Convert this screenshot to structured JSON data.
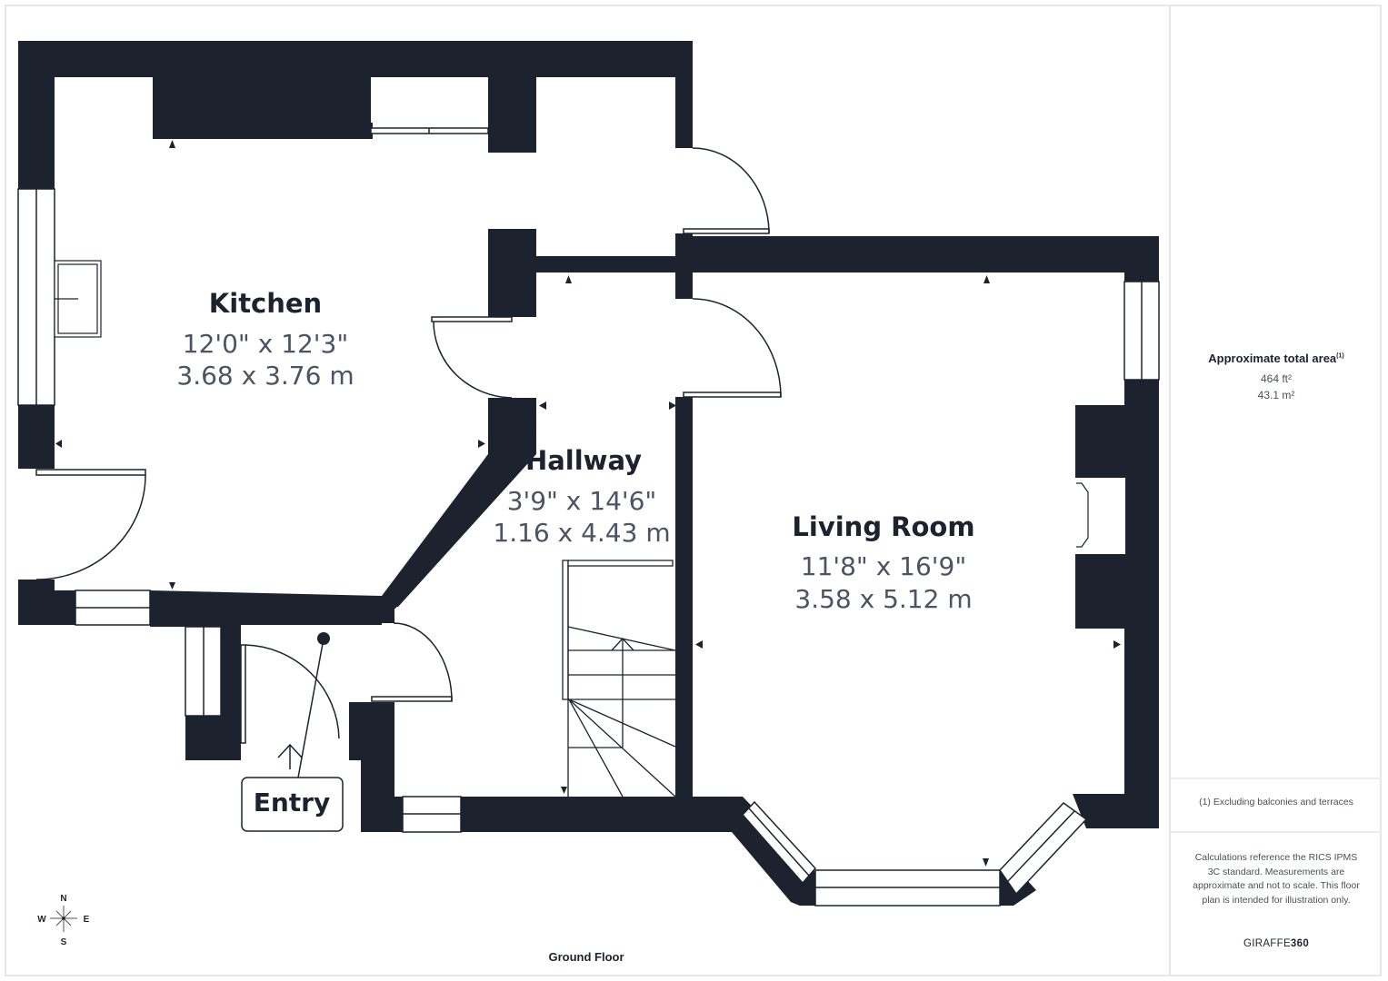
{
  "floor": {
    "label": "Ground Floor"
  },
  "rooms": [
    {
      "name": "Kitchen",
      "dim_imperial": "12'0\" x 12'3\"",
      "dim_metric": "3.68 x 3.76 m"
    },
    {
      "name": "Hallway",
      "dim_imperial": "3'9\" x 14'6\"",
      "dim_metric": "1.16 x 4.43 m"
    },
    {
      "name": "Living Room",
      "dim_imperial": "11'8\" x 16'9\"",
      "dim_metric": "3.58 x 5.12 m"
    }
  ],
  "entry": {
    "label": "Entry"
  },
  "compass": {
    "n": "N",
    "s": "S",
    "e": "E",
    "w": "W"
  },
  "sidebar": {
    "area_title": "Approximate total area",
    "area_footnote_marker": "(1)",
    "area_ft": "464 ft²",
    "area_m": "43.1 m²",
    "footnote": "(1) Excluding balconies and terraces",
    "disclaimer": "Calculations reference the RICS IPMS 3C standard. Measurements are approximate and not to scale. This floor plan is intended for illustration only.",
    "brand_light": "GIRAFFE",
    "brand_bold": "360"
  },
  "colors": {
    "wall": "#1c232e",
    "text_dim": "#4a5463",
    "border": "#e6e6e6"
  }
}
